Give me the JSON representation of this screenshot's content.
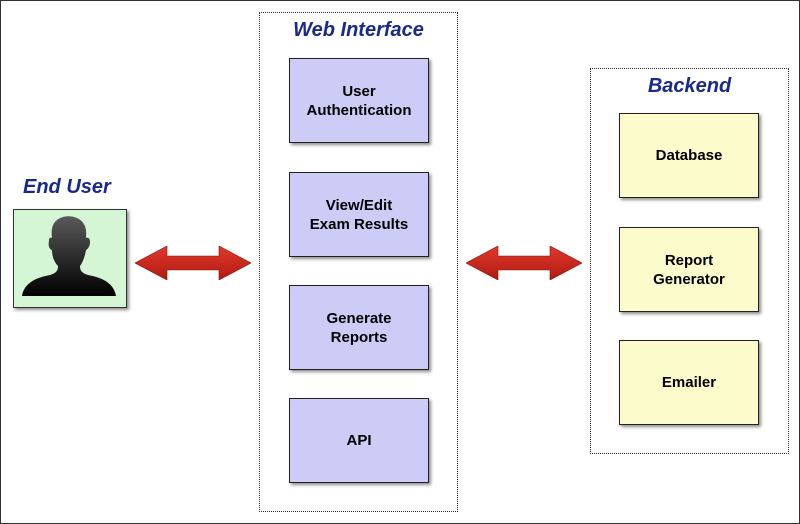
{
  "end_user": {
    "title": "End User",
    "icon": "user-silhouette-icon"
  },
  "web_interface": {
    "title": "Web Interface",
    "fill_color": "#ccccf6",
    "components": [
      {
        "label": "User\nAuthentication"
      },
      {
        "label": "View/Edit\nExam Results"
      },
      {
        "label": "Generate\nReports"
      },
      {
        "label": "API"
      }
    ]
  },
  "backend": {
    "title": "Backend",
    "fill_color": "#fbfbcb",
    "components": [
      {
        "label": "Database"
      },
      {
        "label": "Report\nGenerator"
      },
      {
        "label": "Emailer"
      }
    ]
  },
  "connectors": {
    "arrow_color": "#cc2a1e",
    "items": [
      "double-arrow-icon",
      "double-arrow-icon"
    ]
  },
  "title_color": "#1a2a8c"
}
